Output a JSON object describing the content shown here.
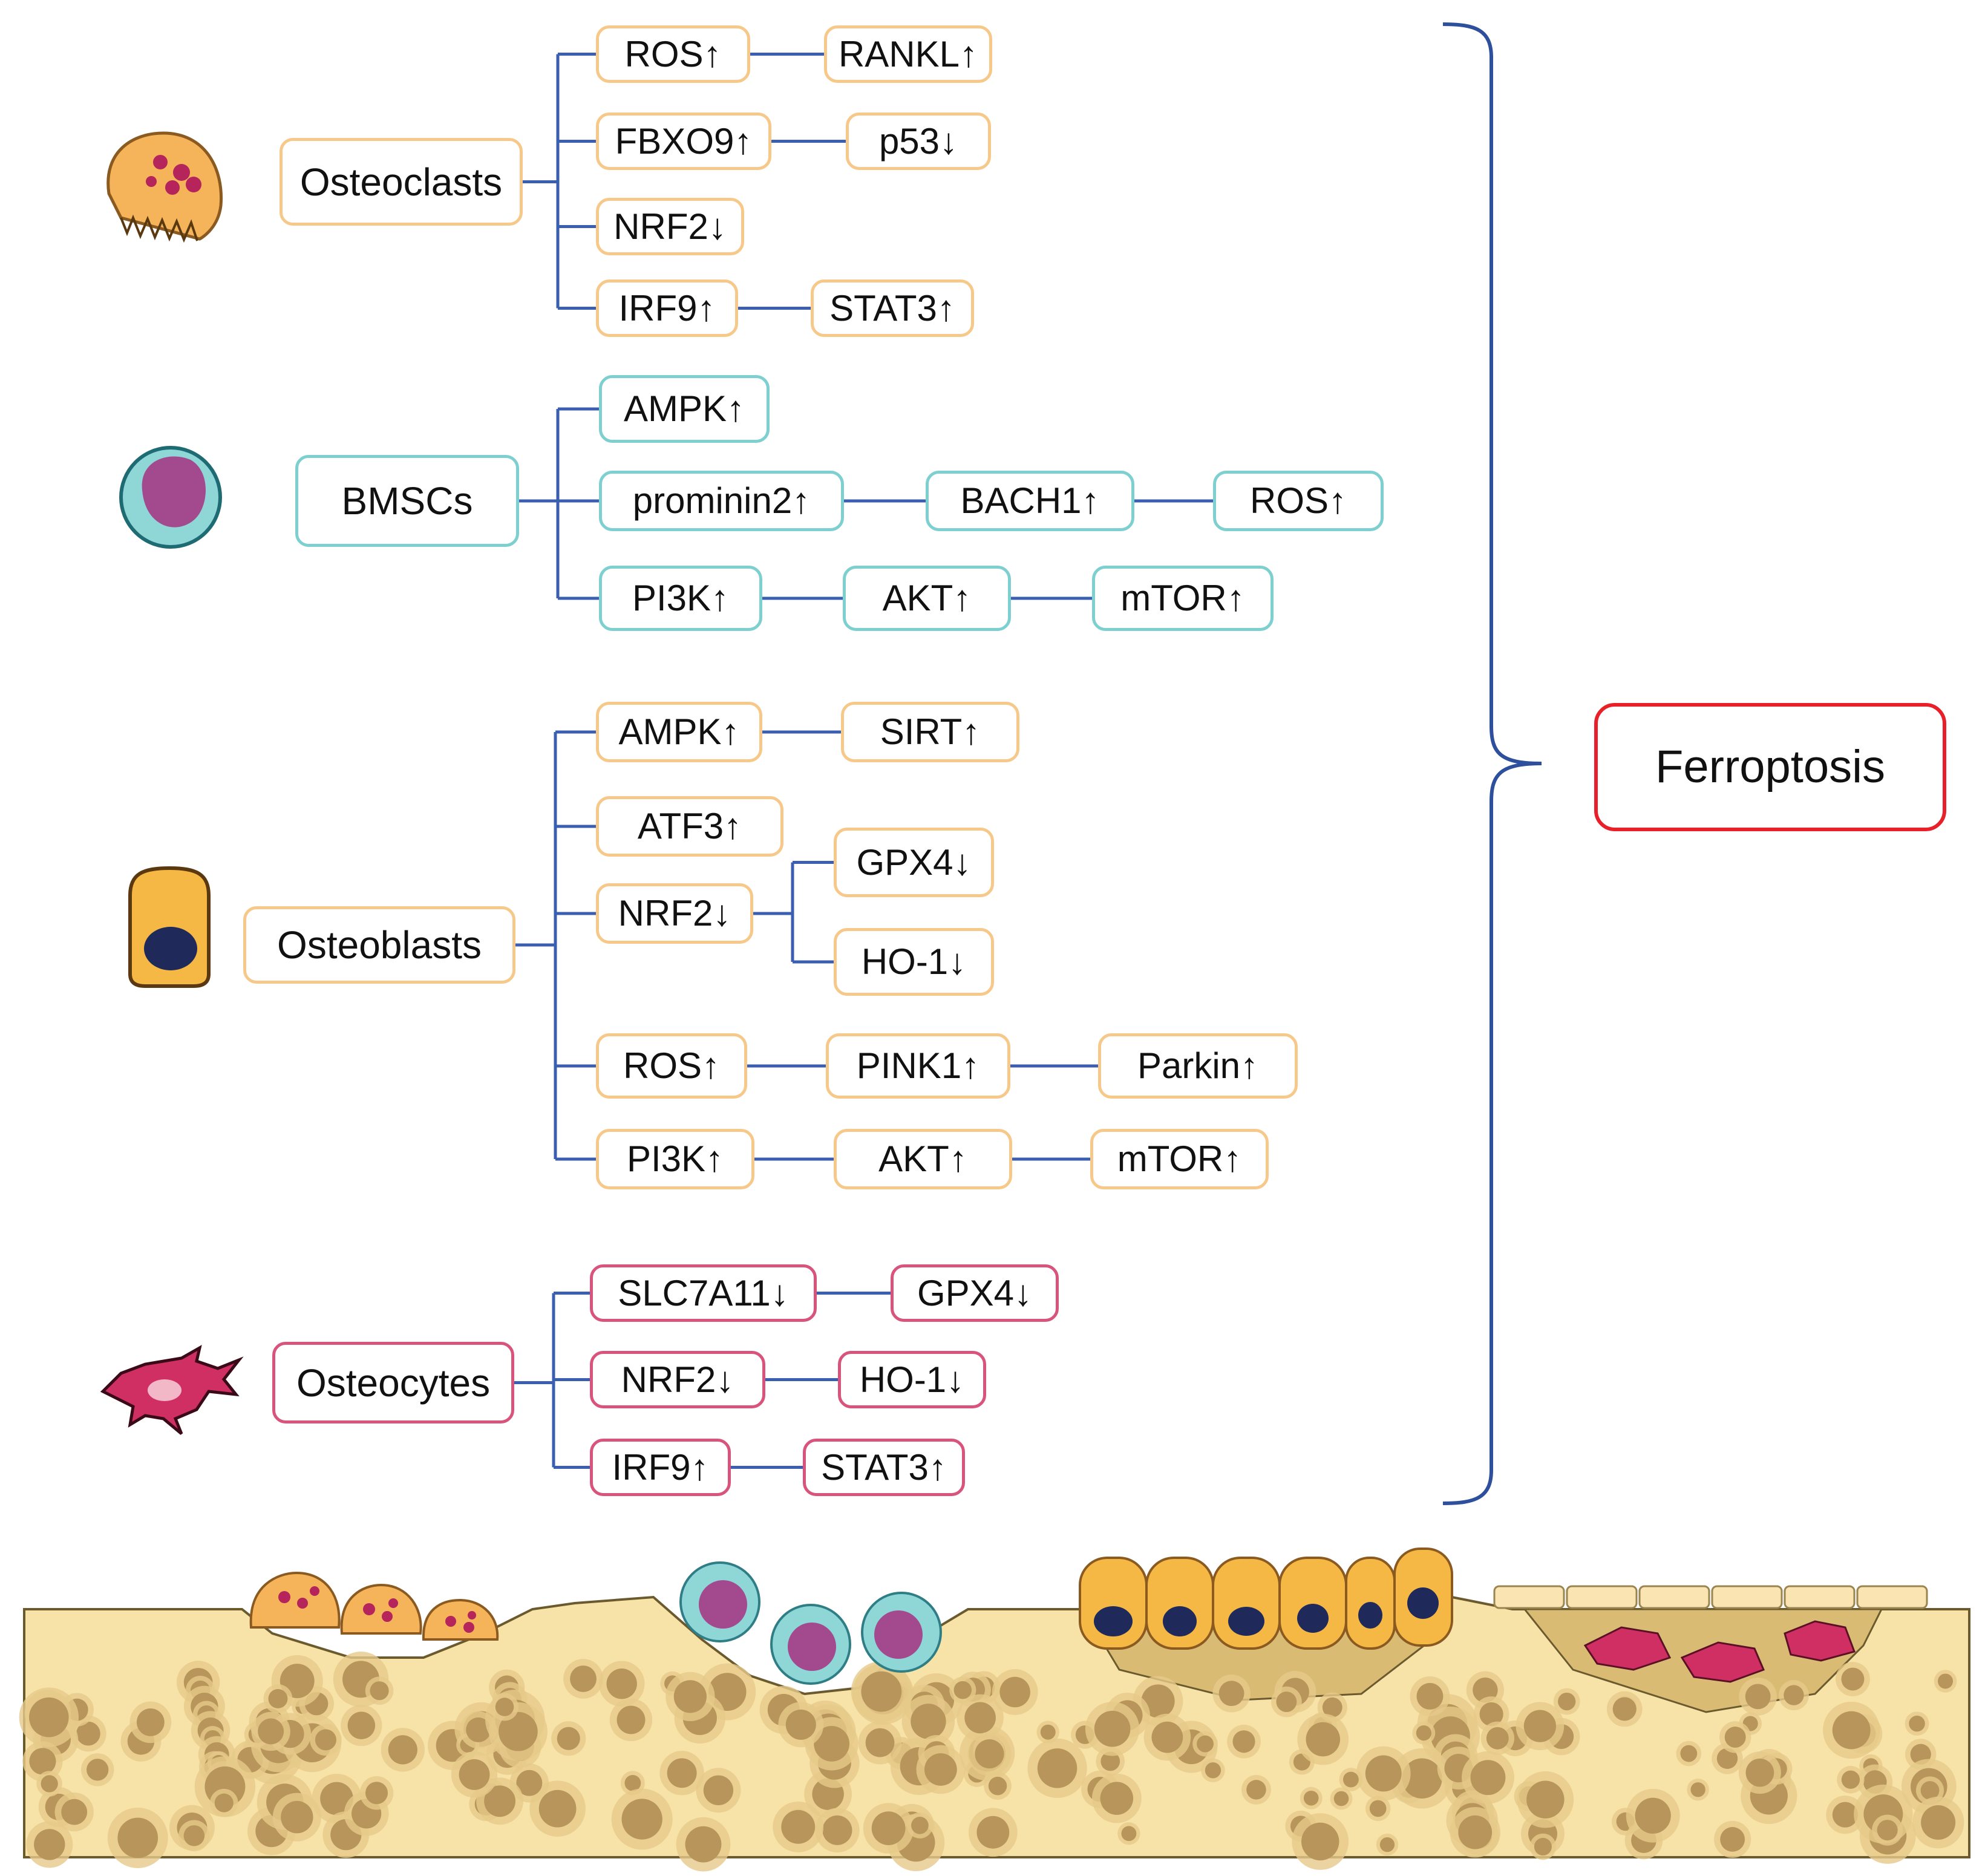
{
  "cell_types": [
    {
      "id": "osteoclasts",
      "label": "Osteoclasts",
      "pathways": [
        [
          "ROS↑",
          "RANKL↑"
        ],
        [
          "FBXO9↑",
          "p53↓"
        ],
        [
          "NRF2↓"
        ],
        [
          "IRF9↑",
          "STAT3↑"
        ]
      ]
    },
    {
      "id": "bmscs",
      "label": "BMSCs",
      "pathways": [
        [
          "AMPK↑"
        ],
        [
          "prominin2↑",
          "BACH1↑",
          "ROS↑"
        ],
        [
          "PI3K↑",
          "AKT↑",
          "mTOR↑"
        ]
      ]
    },
    {
      "id": "osteoblasts",
      "label": "Osteoblasts",
      "pathways": [
        [
          "AMPK↑",
          "SIRT↑"
        ],
        [
          "ATF3↑"
        ],
        [
          "NRF2↓",
          [
            "GPX4↓",
            "HO-1↓"
          ]
        ],
        [
          "ROS↑",
          "PINK1↑",
          "Parkin↑"
        ],
        [
          "PI3K↑",
          "AKT↑",
          "mTOR↑"
        ]
      ]
    },
    {
      "id": "osteocytes",
      "label": "Osteocytes",
      "pathways": [
        [
          "SLC7A11↓",
          "GPX4↓"
        ],
        [
          "NRF2↓",
          "HO-1↓"
        ],
        [
          "IRF9↑",
          "STAT3↑"
        ]
      ]
    }
  ],
  "outcome": {
    "label": "Ferroptosis"
  },
  "colors": {
    "osteoclasts": "#f6c98a",
    "bmscs": "#7ecfcf",
    "osteoblasts": "#f6c98a",
    "osteocytes": "#d8547c",
    "outcome": "#e8202a",
    "connector": "#3b5fb0",
    "bracket": "#2e4f9c"
  }
}
